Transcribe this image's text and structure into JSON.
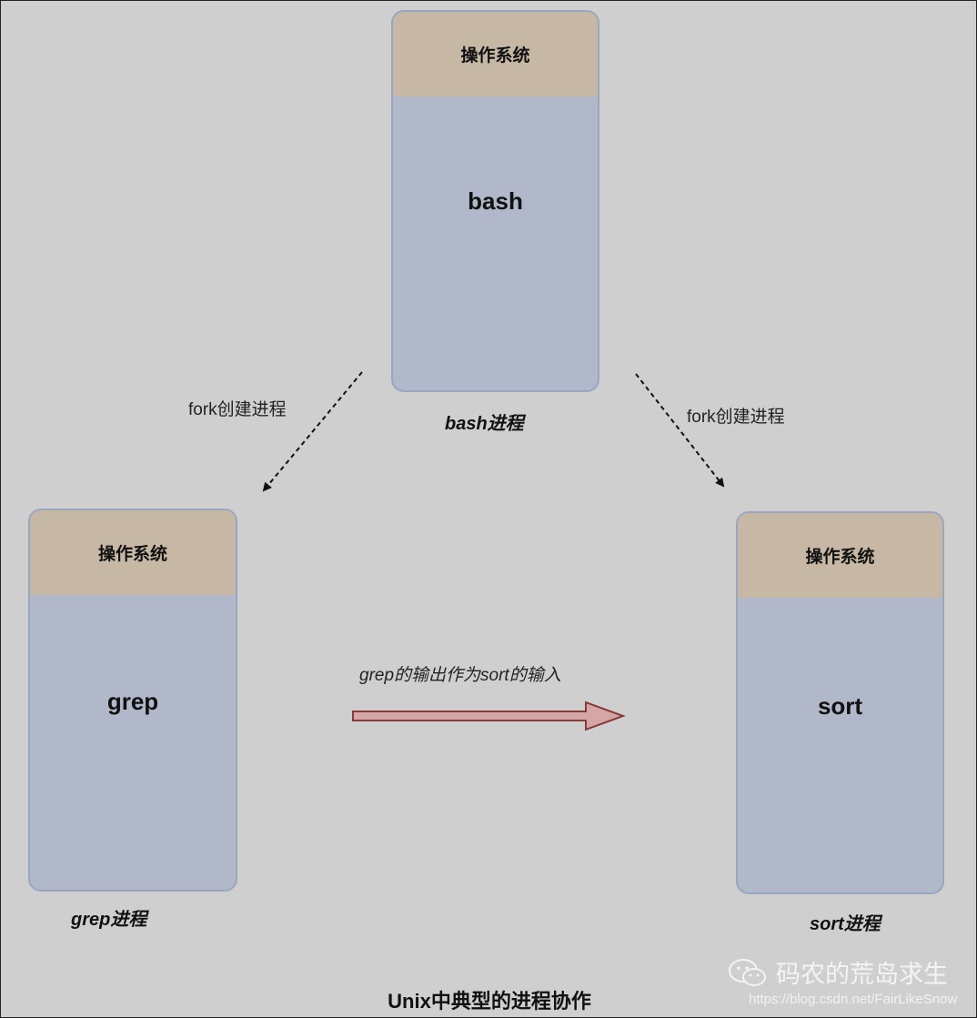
{
  "processes": {
    "bash": {
      "os_label": "操作系统",
      "name": "bash",
      "caption": "bash进程"
    },
    "grep": {
      "os_label": "操作系统",
      "name": "grep",
      "caption": "grep进程"
    },
    "sort": {
      "os_label": "操作系统",
      "name": "sort",
      "caption": "sort进程"
    }
  },
  "edges": {
    "fork_left": "fork创建进程",
    "fork_right": "fork创建进程",
    "pipe": "grep的输出作为sort的输入"
  },
  "title": "Unix中典型的进程协作",
  "watermark": {
    "account": "码农的荒岛求生",
    "url": "https://blog.csdn.net/FairLikeSnow"
  },
  "colors": {
    "os_header": "#c6b8a5",
    "process_body": "#b1b8c9",
    "process_border": "#9aa6c1",
    "pipe_arrow_fill": "#d5a6a6",
    "pipe_arrow_stroke": "#8a3a3a",
    "background": "#cfcfcf"
  }
}
